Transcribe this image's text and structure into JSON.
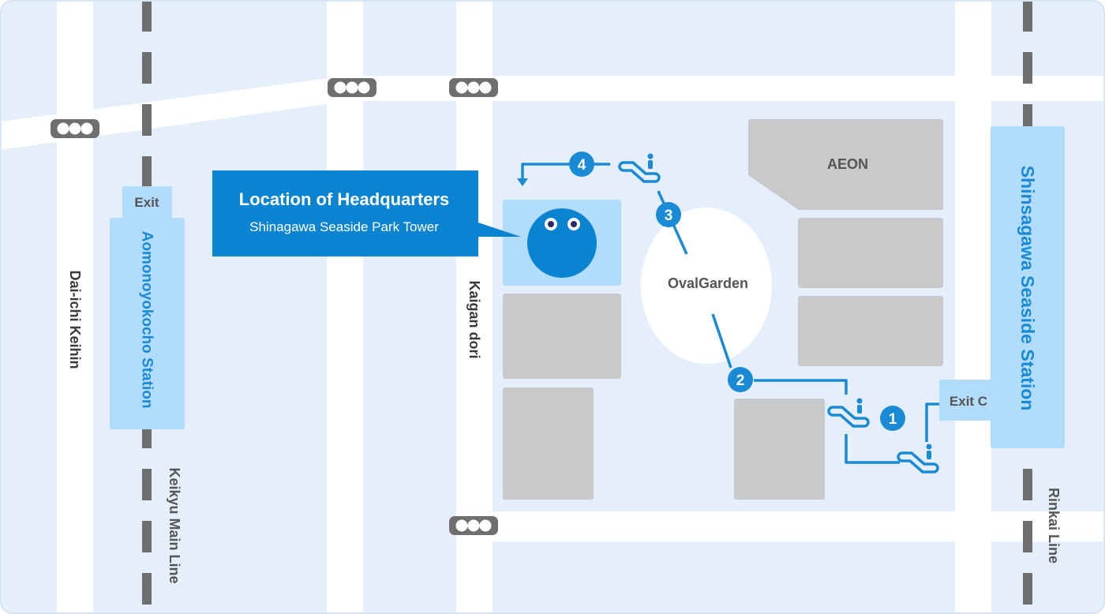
{
  "map": {
    "colors": {
      "background": "#e4effb",
      "road": "#ffffff",
      "block_gray": "#c8c9cb",
      "station": "#b2dcfb",
      "route": "#1a8ad4",
      "callout": "#0a84d0",
      "rail_dash": "#6f6f6f"
    },
    "headquarters": {
      "title": "Location of Headquarters",
      "subtitle": "Shinagawa Seaside Park Tower"
    },
    "stations": {
      "aomonoyokocho": {
        "name": "Aomonoyokocho Station",
        "exit_label": "Exit"
      },
      "shinagawa_seaside": {
        "name": "Shinsagawa Seaside Station",
        "exit_label": "Exit C"
      }
    },
    "roads": {
      "daiichi_keihin": "Dai-ichi Keihin",
      "kaigan_dori": "Kaigan dori"
    },
    "rail_lines": {
      "keikyu": "Keikyu Main Line",
      "rinkai": "Rinkai Line"
    },
    "landmarks": {
      "aeon": "AEON",
      "oval_garden": "OvalGarden"
    },
    "route_steps": [
      "1",
      "2",
      "3",
      "4"
    ]
  }
}
